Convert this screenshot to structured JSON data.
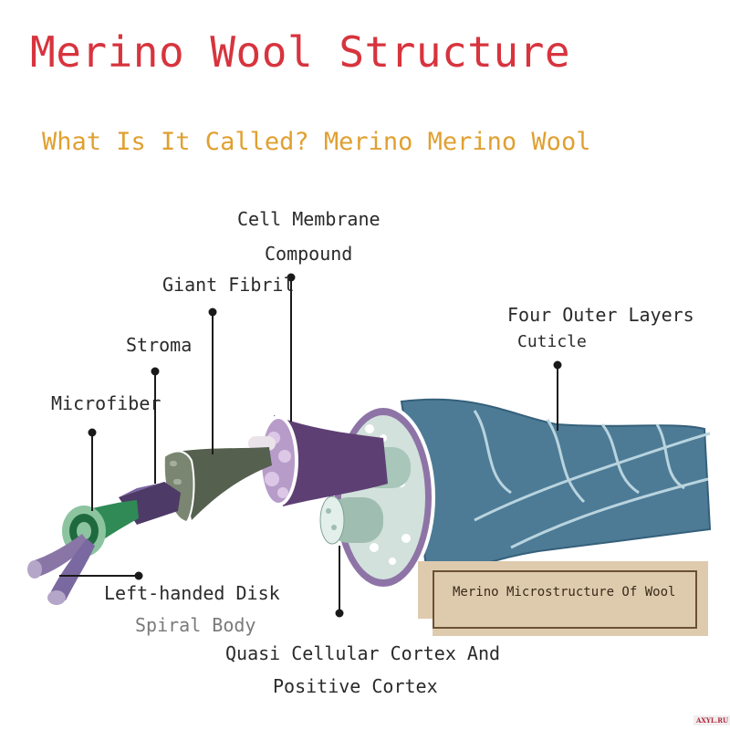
{
  "title": "Merino Wool Structure",
  "subtitle": "What Is It Called? Merino Merino Wool",
  "labels": {
    "cell_membrane_line1": "Cell Membrane",
    "cell_membrane_line2": "Compound",
    "giant_fibril": "Giant Fibril",
    "stroma": "Stroma",
    "microfiber": "Microfiber",
    "four_outer_layers": "Four Outer Layers",
    "cuticle": "Cuticle",
    "left_handed_disk": "Left-handed Disk",
    "spiral_body": "Spiral Body",
    "cortex_line1": "Quasi Cellular Cortex And",
    "cortex_line2": "Positive Cortex"
  },
  "caption": "Merino Microstructure Of Wool",
  "watermark": "AXYL.RU",
  "colors": {
    "title": "#d7343e",
    "subtitle": "#e0a030",
    "cuticle": "#4d7b96",
    "cortex": "#9fbdb0",
    "cell_membrane": "#5e3f73",
    "fibril": "#55604f",
    "stroma": "#4e3a66",
    "microfiber": "#2f8a56",
    "spiral": "#8a76a6",
    "caption_bg": "#decbae"
  }
}
